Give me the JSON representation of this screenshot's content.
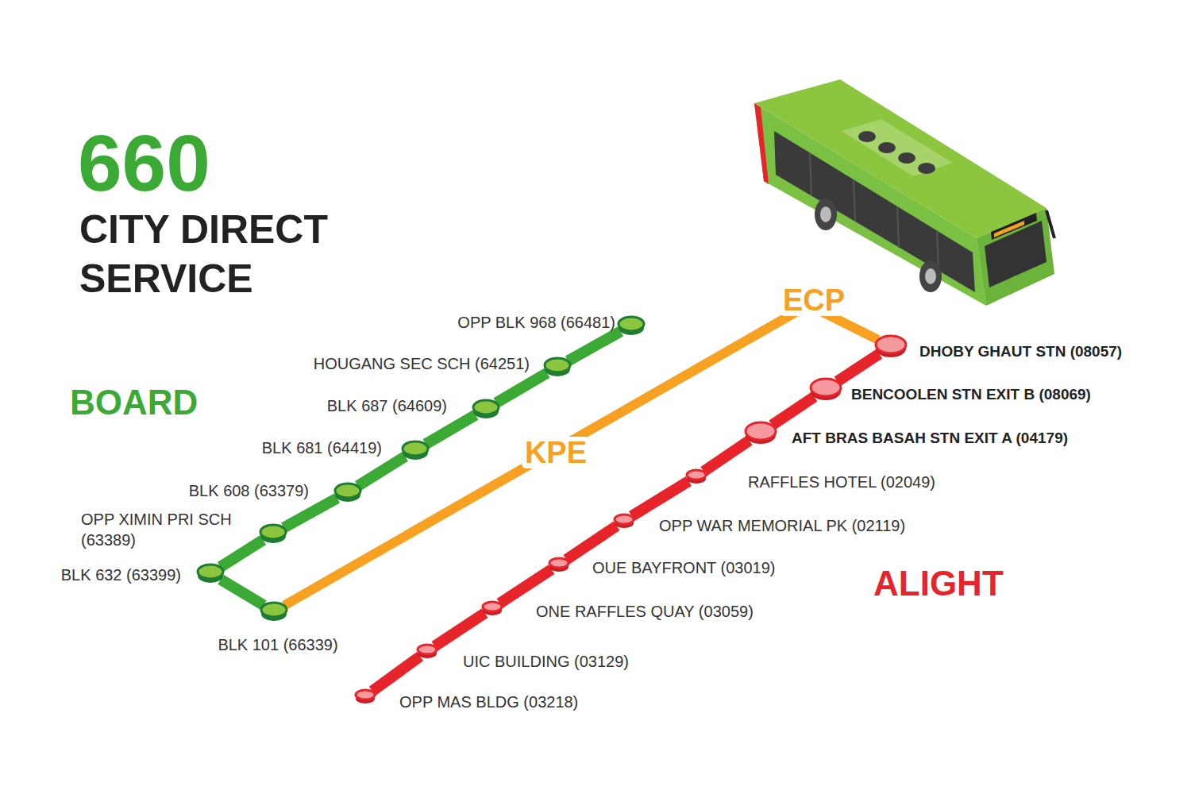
{
  "diagram": {
    "title": "660",
    "nodes": [
      {
        "text": [
          "OPP BLK 968 (66481)"
        ]
      },
      {
        "text": [
          "HOUGANG SEC SCH (64251)"
        ]
      },
      {
        "text": [
          "BLK 687 (64609)"
        ]
      },
      {
        "text": [
          "BLK 681 (64419)"
        ]
      },
      {
        "text": [
          "BLK 608 (63379)"
        ]
      },
      {
        "text": [
          "OPP XIMIN PRI SCH (63389)"
        ]
      },
      {
        "text": [
          "BLK 632 (63399)"
        ]
      },
      {
        "text": [
          "BLK 101 (66339)"
        ]
      },
      {
        "text": [
          "DHOBY GHAUT STN (08057)"
        ]
      },
      {
        "text": [
          "BENCOOLEN STN EXIT B (08069)"
        ]
      },
      {
        "text": [
          "AFT BRAS BASAH STN EXIT A (04179)"
        ]
      },
      {
        "text": [
          "RAFFLES HOTEL (02049)"
        ]
      },
      {
        "text": [
          "OPP WAR MEMORIAL PK (02119)"
        ]
      },
      {
        "text": [
          "OUE BAYFRONT (03019)"
        ]
      },
      {
        "text": [
          "ONE RAFFLES QUAY (03059)"
        ]
      },
      {
        "text": [
          "UIC BUILDING (03129)"
        ]
      },
      {
        "text": [
          "OPP MAS BLDG (03218)"
        ]
      }
    ],
    "edges": [
      {
        "from": 0,
        "to": 1,
        "arrow": "none"
      },
      {
        "from": 1,
        "to": 2,
        "arrow": "none"
      },
      {
        "from": 2,
        "to": 3,
        "arrow": "none"
      },
      {
        "from": 3,
        "to": 4,
        "arrow": "none"
      },
      {
        "from": 4,
        "to": 5,
        "arrow": "none"
      },
      {
        "from": 5,
        "to": 6,
        "arrow": "none"
      },
      {
        "from": 6,
        "to": 7,
        "arrow": "none"
      },
      {
        "from": 7,
        "to": 8,
        "label": "KPE",
        "arrow": "none"
      },
      {
        "from": 8,
        "to": 9,
        "arrow": "none"
      },
      {
        "from": 9,
        "to": 10,
        "arrow": "none"
      },
      {
        "from": 10,
        "to": 11,
        "arrow": "none"
      },
      {
        "from": 11,
        "to": 12,
        "arrow": "none"
      },
      {
        "from": 12,
        "to": 13,
        "arrow": "none"
      },
      {
        "from": 13,
        "to": 14,
        "arrow": "none"
      },
      {
        "from": 14,
        "to": 15,
        "arrow": "none"
      },
      {
        "from": 15,
        "to": 16,
        "arrow": "none"
      }
    ],
    "labels": [
      "CITY DIRECT SERVICE",
      "BOARD",
      "ALIGHT",
      "ECP"
    ]
  }
}
